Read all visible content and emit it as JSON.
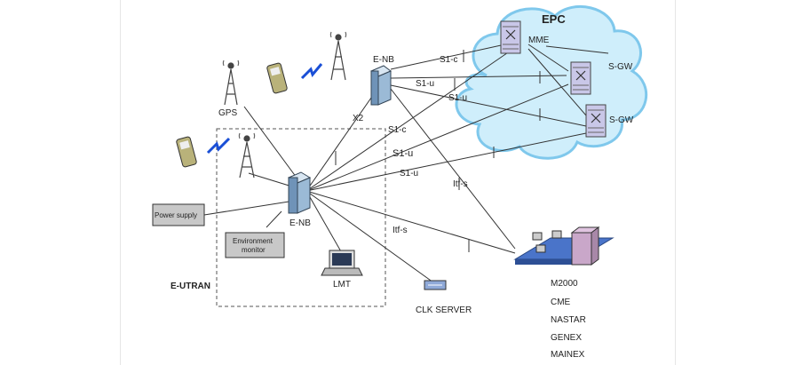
{
  "diagram": {
    "labels": {
      "epc": "EPC",
      "mme": "MME",
      "sgw1": "S-GW",
      "sgw2": "S-GW",
      "enb_top": "E-NB",
      "enb_main": "E-NB",
      "gps": "GPS",
      "x2": "X2",
      "s1c_top": "S1-c",
      "s1u_top_a": "S1-u",
      "s1u_top_b": "S1-u",
      "s1c_main": "S1-c",
      "s1u_main_a": "S1-u",
      "s1u_main_b": "S1-u",
      "itf_s_upper": "Itf-s",
      "itf_s_lower": "Itf-s",
      "power_supply": "Power supply",
      "env_monitor_line1": "Environment",
      "env_monitor_line2": "monitor",
      "lmt": "LMT",
      "eutran": "E-UTRAN",
      "clk_server": "CLK SERVER"
    },
    "oss_tools": [
      "M2000",
      "CME",
      "NASTAR",
      "GENEX",
      "MAINEX"
    ],
    "colors": {
      "cloud_fill": "#cfeefb",
      "cloud_stroke": "#7fc8ec",
      "enb_body": "#9bbad6",
      "server_body": "#c9c7e8",
      "oss_platform": "#4a74c9",
      "box_fill": "#c8c8c8",
      "link_line": "#333333"
    },
    "icons": [
      "antenna-tower-icon",
      "mobile-phone-icon",
      "radio-wave-icon",
      "base-station-icon",
      "core-server-icon",
      "router-icon",
      "laptop-icon",
      "network-platform-icon"
    ]
  }
}
